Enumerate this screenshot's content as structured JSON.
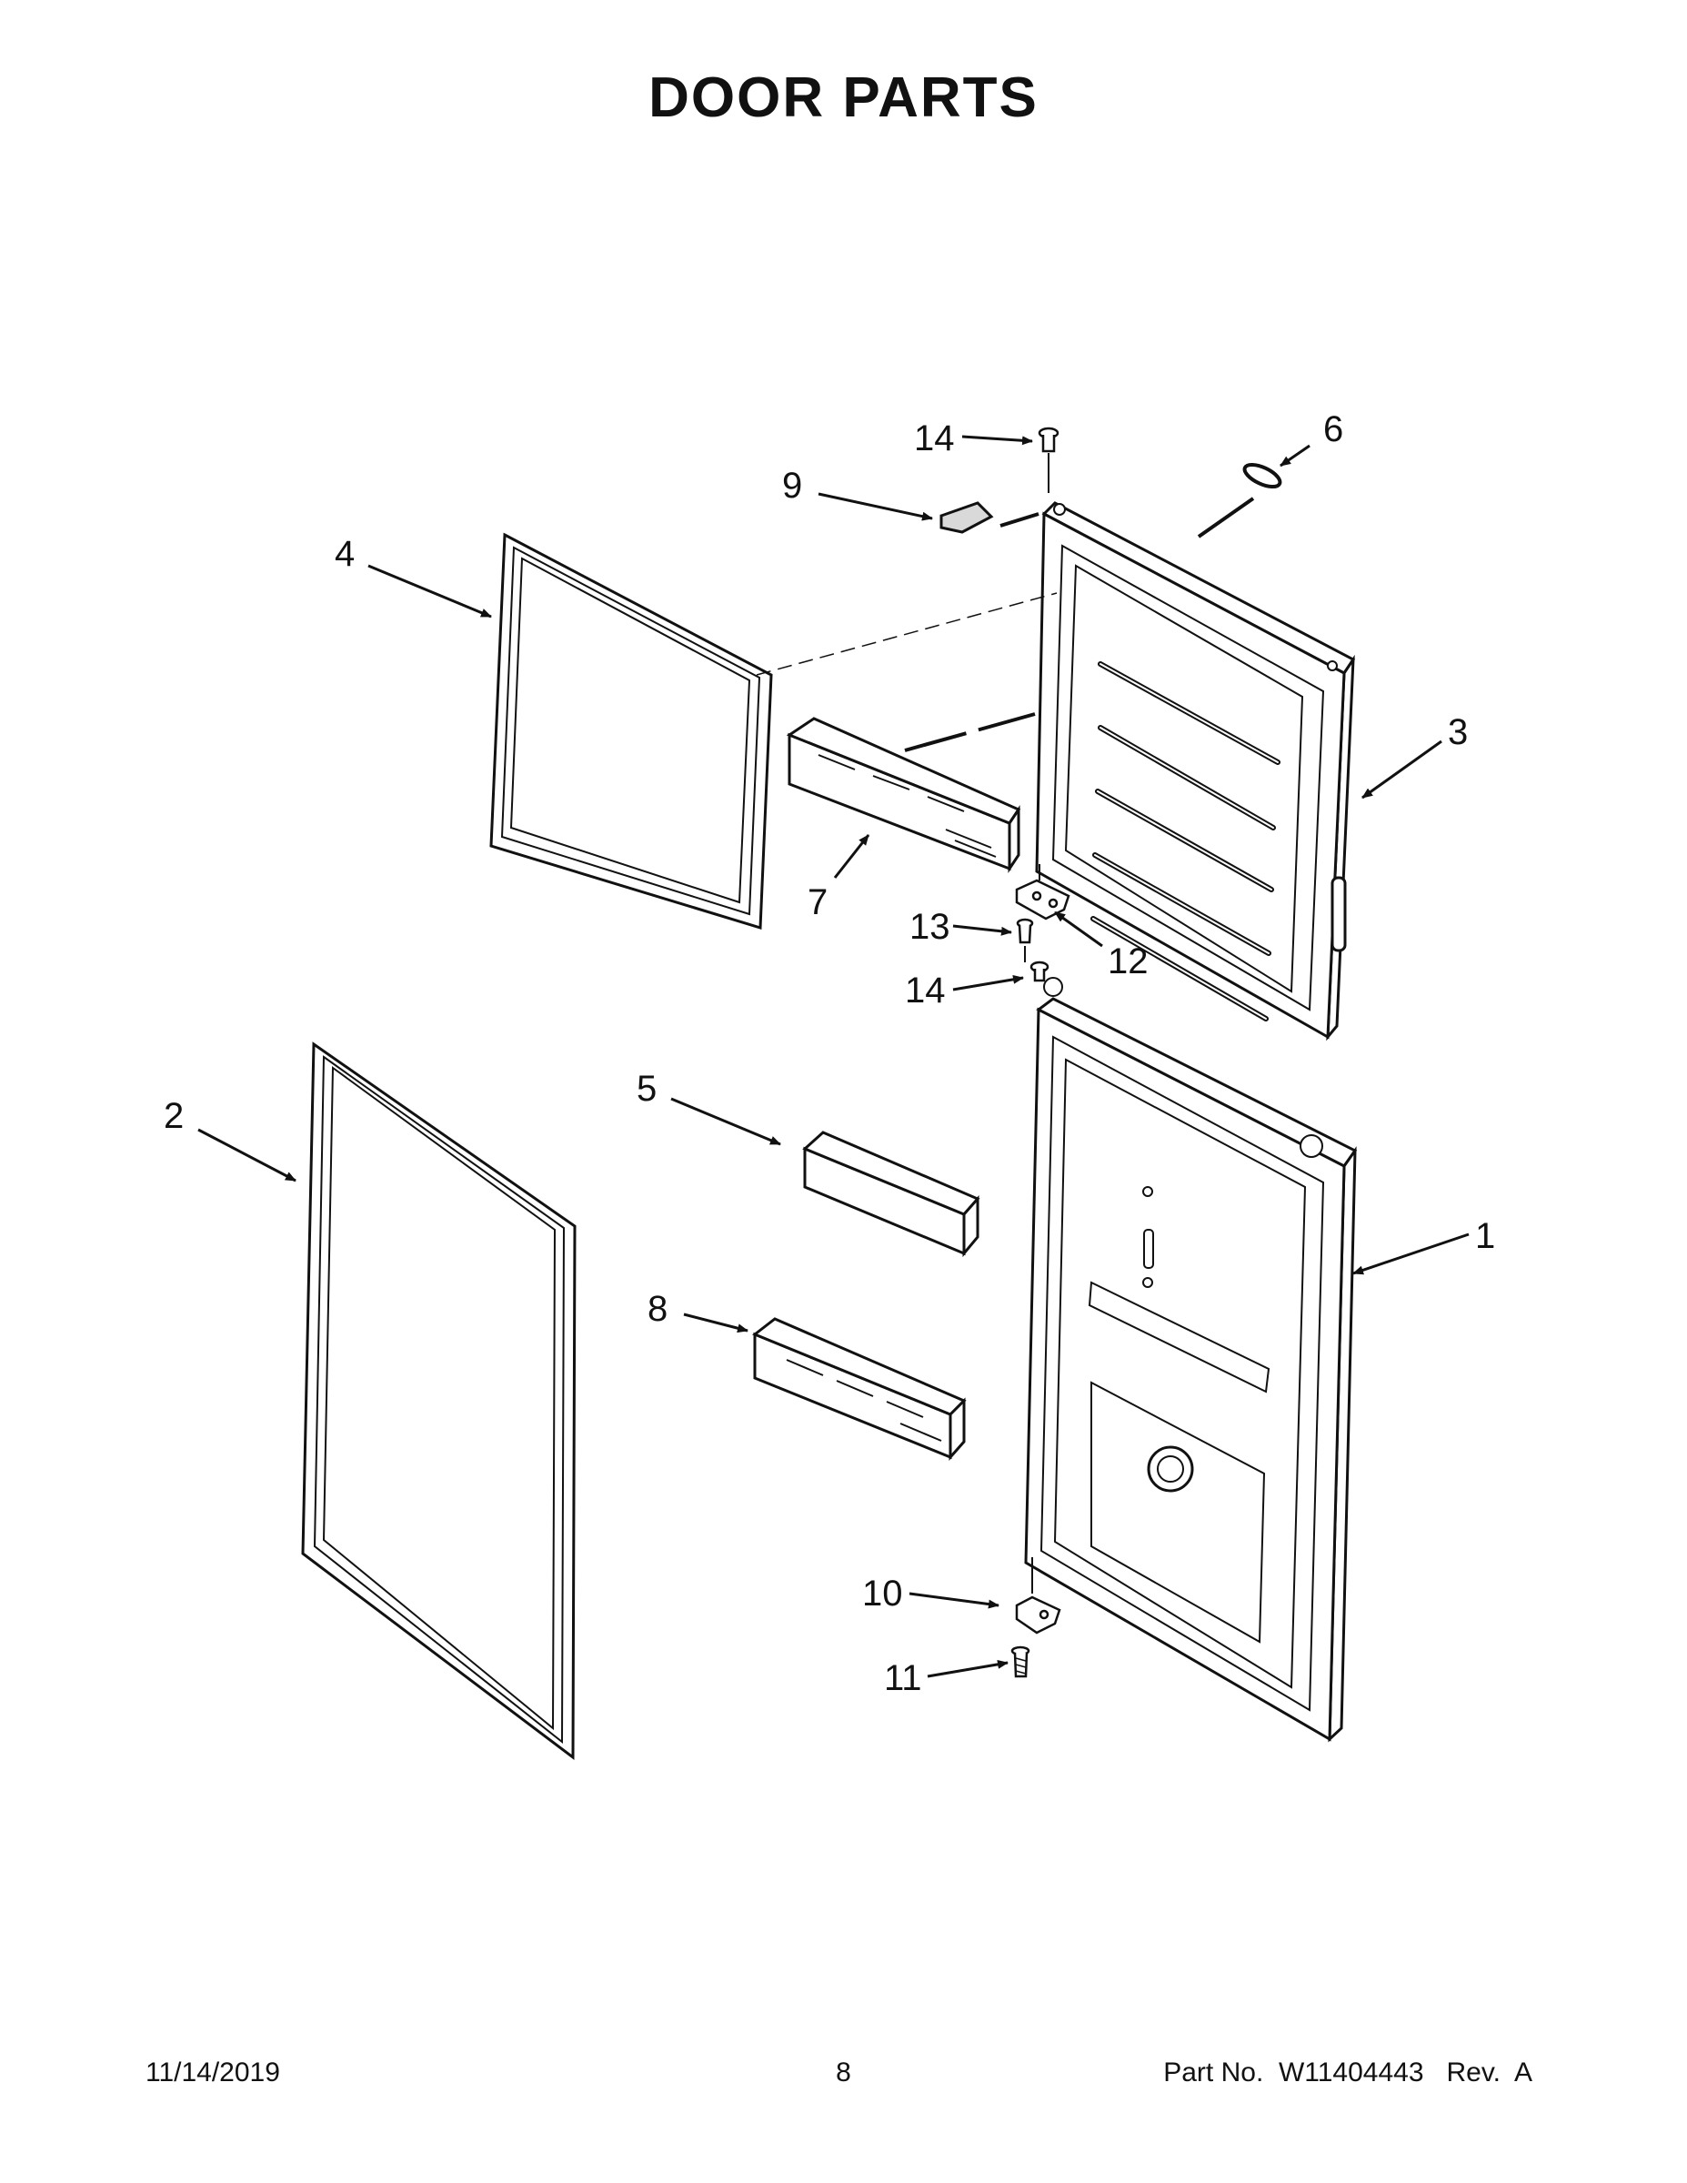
{
  "title": "DOOR PARTS",
  "callouts": [
    "1",
    "2",
    "3",
    "4",
    "5",
    "6",
    "7",
    "8",
    "9",
    "10",
    "11",
    "12",
    "13",
    "14",
    "14"
  ],
  "footer": {
    "date": "11/14/2019",
    "page": "8",
    "part": "Part No.  W11404443   Rev.  A"
  },
  "colors": {
    "line": "#111111",
    "part_fill": "#ffffff",
    "shade": "#d9d9d9"
  }
}
